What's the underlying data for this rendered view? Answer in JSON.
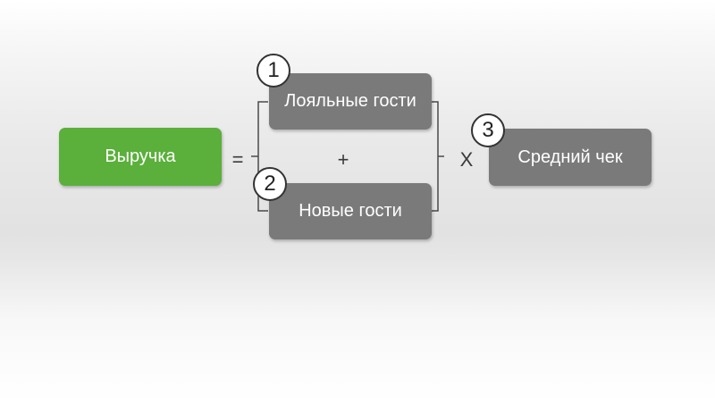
{
  "diagram": {
    "revenue": "Выручка",
    "equals": "=",
    "loyal_guests": "Лояльные гости",
    "plus": "+",
    "new_guests": "Новые гости",
    "times": "X",
    "average_check": "Средний чек",
    "badges": [
      "1",
      "2",
      "3"
    ]
  },
  "colors": {
    "revenue_box": "#5ab03a",
    "factor_box": "#7a7a7a",
    "badge_border": "#333333"
  }
}
